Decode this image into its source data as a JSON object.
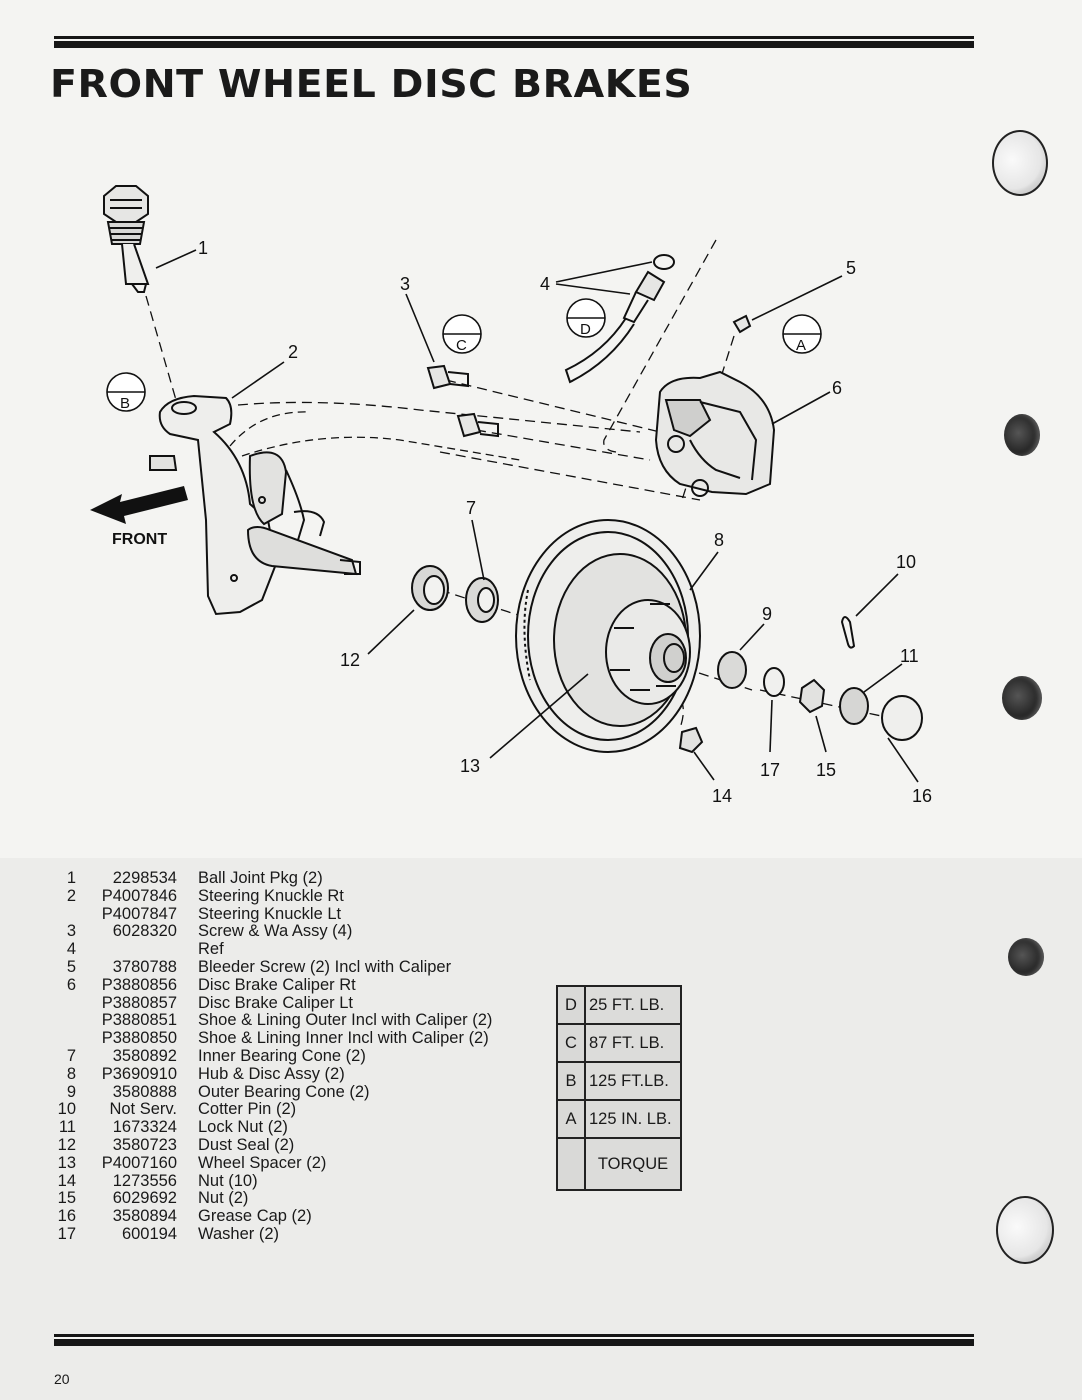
{
  "page": {
    "title": "FRONT WHEEL DISC BRAKES",
    "page_number": "20"
  },
  "diagram": {
    "front_label": "FRONT",
    "callouts": [
      "1",
      "2",
      "3",
      "4",
      "5",
      "6",
      "7",
      "8",
      "9",
      "10",
      "11",
      "12",
      "13",
      "14",
      "15",
      "16",
      "17"
    ],
    "torque_markers": [
      "A",
      "B",
      "C",
      "D"
    ]
  },
  "parts_list": [
    {
      "no": "1",
      "part": "2298534",
      "desc": "Ball Joint Pkg (2)"
    },
    {
      "no": "2",
      "part": "P4007846",
      "desc": "Steering Knuckle Rt"
    },
    {
      "no": "",
      "part": "P4007847",
      "desc": "Steering Knuckle Lt"
    },
    {
      "no": "3",
      "part": "6028320",
      "desc": "Screw & Wa Assy (4)"
    },
    {
      "no": "4",
      "part": "",
      "desc": "Ref"
    },
    {
      "no": "5",
      "part": "3780788",
      "desc": "Bleeder Screw (2) Incl with Caliper"
    },
    {
      "no": "6",
      "part": "P3880856",
      "desc": "Disc Brake Caliper Rt"
    },
    {
      "no": "",
      "part": "P3880857",
      "desc": "Disc Brake Caliper Lt"
    },
    {
      "no": "",
      "part": "P3880851",
      "desc": "Shoe & Lining Outer Incl with Caliper (2)"
    },
    {
      "no": "",
      "part": "P3880850",
      "desc": "Shoe & Lining Inner Incl with Caliper (2)"
    },
    {
      "no": "7",
      "part": "3580892",
      "desc": "Inner Bearing Cone (2)"
    },
    {
      "no": "8",
      "part": "P3690910",
      "desc": "Hub & Disc Assy (2)"
    },
    {
      "no": "9",
      "part": "3580888",
      "desc": "Outer Bearing Cone (2)"
    },
    {
      "no": "10",
      "part": "Not Serv.",
      "desc": "Cotter Pin (2)"
    },
    {
      "no": "11",
      "part": "1673324",
      "desc": "Lock Nut (2)"
    },
    {
      "no": "12",
      "part": "3580723",
      "desc": "Dust Seal (2)"
    },
    {
      "no": "13",
      "part": "P4007160",
      "desc": "Wheel Spacer (2)"
    },
    {
      "no": "14",
      "part": "1273556",
      "desc": "Nut (10)"
    },
    {
      "no": "15",
      "part": "6029692",
      "desc": "Nut (2)"
    },
    {
      "no": "16",
      "part": "3580894",
      "desc": "Grease Cap (2)"
    },
    {
      "no": "17",
      "part": "600194",
      "desc": "Washer (2)"
    }
  ],
  "torque_table": {
    "rows": [
      {
        "key": "D",
        "value": "25 FT. LB."
      },
      {
        "key": "C",
        "value": "87 FT. LB."
      },
      {
        "key": "B",
        "value": "125 FT.LB."
      },
      {
        "key": "A",
        "value": "125 IN. LB."
      }
    ],
    "footer": "TORQUE"
  }
}
